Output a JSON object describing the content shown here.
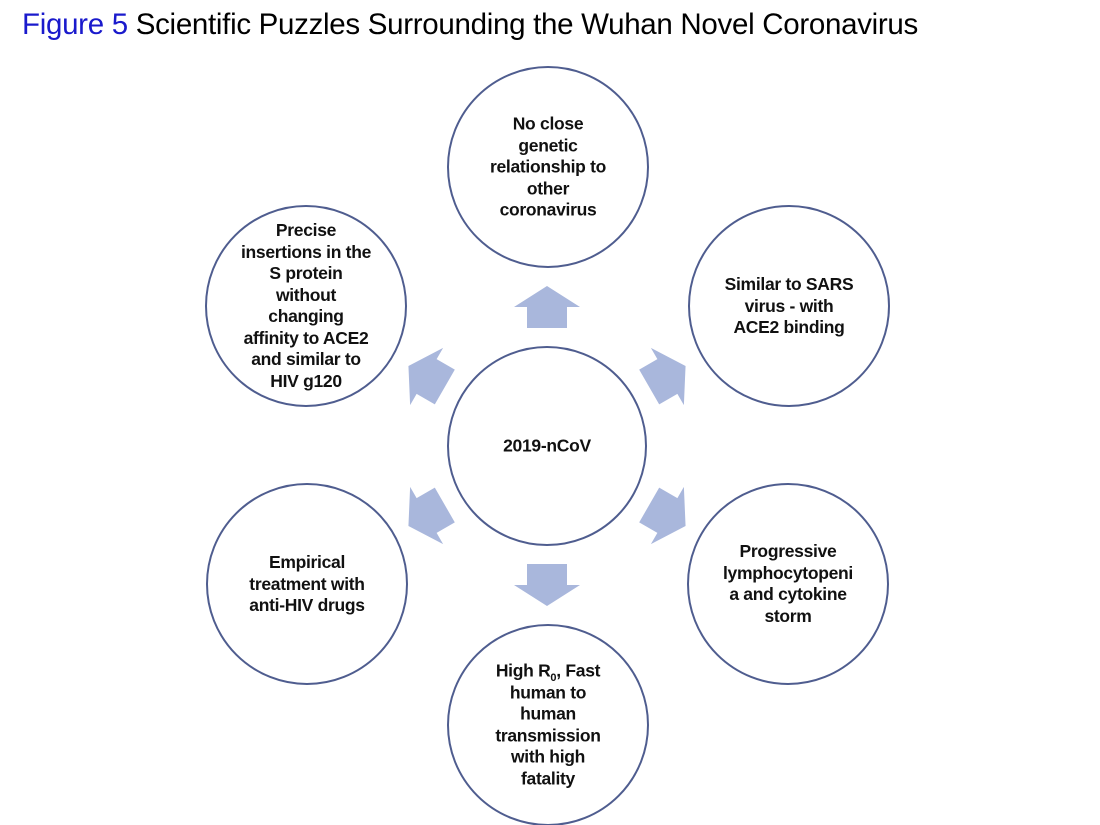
{
  "title": {
    "figure_label": "Figure 5",
    "text": "Scientific Puzzles Surrounding the Wuhan Novel Coronavirus"
  },
  "colors": {
    "figure_label": "#1a1acc",
    "circle_stroke": "#4f5d8f",
    "arrow_fill": "#a9b7dc"
  },
  "center": {
    "label": "2019-nCoV"
  },
  "nodes": [
    {
      "id": "top",
      "lines": [
        "No close",
        "genetic",
        "relationship to",
        "other",
        "coronavirus"
      ]
    },
    {
      "id": "upper-right",
      "lines": [
        "Similar to SARS",
        "virus - with",
        "ACE2 binding"
      ]
    },
    {
      "id": "lower-right",
      "lines": [
        "Progressive",
        "lymphocytopeni",
        "a and cytokine",
        "storm"
      ]
    },
    {
      "id": "bottom",
      "lines_prefix": "High R",
      "lines_sub": "0",
      "lines_suffix": ", Fast",
      "lines": [
        "human to",
        "human",
        "transmission",
        "with high",
        "fatality"
      ]
    },
    {
      "id": "lower-left",
      "lines": [
        "Empirical",
        "treatment with",
        "anti-HIV drugs"
      ]
    },
    {
      "id": "upper-left",
      "lines": [
        "Precise",
        "insertions in the",
        "S protein",
        "without",
        "changing",
        "affinity to ACE2",
        "and similar to",
        "HIV g120"
      ]
    }
  ]
}
